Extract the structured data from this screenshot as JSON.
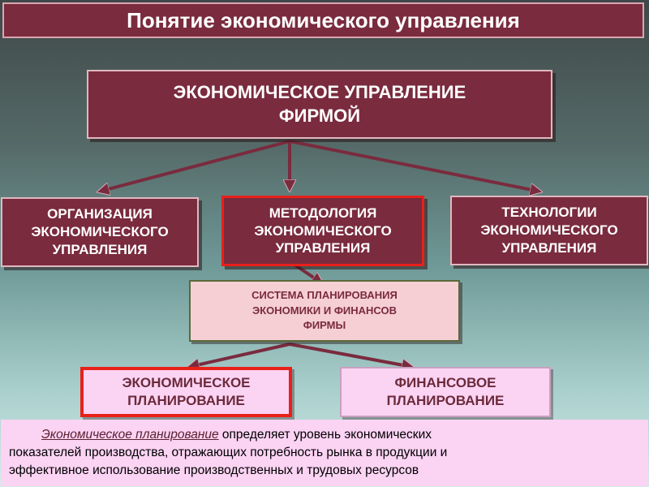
{
  "title": "Понятие экономического управления",
  "main": {
    "line1": "ЭКОНОМИЧЕСКОЕ УПРАВЛЕНИЕ",
    "line2": "ФИРМОЙ"
  },
  "branches": {
    "left": {
      "line1": "ОРГАНИЗАЦИЯ",
      "line2": "ЭКОНОМИЧЕСКОГО",
      "line3": "УПРАВЛЕНИЯ"
    },
    "mid": {
      "line1": "МЕТОДОЛОГИЯ",
      "line2": "ЭКОНОМИЧЕСКОГО",
      "line3": "УПРАВЛЕНИЯ"
    },
    "right": {
      "line1": "ТЕХНОЛОГИИ",
      "line2": "ЭКОНОМИЧЕСКОГО",
      "line3": "УПРАВЛЕНИЯ"
    }
  },
  "system": {
    "line1": "СИСТЕМА ПЛАНИРОВАНИЯ",
    "line2": "ЭКОНОМИКИ И ФИНАНСОВ",
    "line3": "ФИРМЫ"
  },
  "planning": {
    "economic": {
      "line1": "ЭКОНОМИЧЕСКОЕ",
      "line2": "ПЛАНИРОВАНИЕ"
    },
    "financial": {
      "line1": "ФИНАНСОВОЕ",
      "line2": "ПЛАНИРОВАНИЕ"
    }
  },
  "note": {
    "term": "Экономическое планирование",
    "rest1": " определяет уровень экономических",
    "line2": "показателей производства, отражающих потребность рынка в продукции и",
    "line3": "эффективное использование производственных и трудовых ресурсов"
  },
  "colors": {
    "maroon": "#7a2b3e",
    "highlight": "#e8201a",
    "pink": "#f6cfd4",
    "light_pink": "#fbd3f3"
  }
}
